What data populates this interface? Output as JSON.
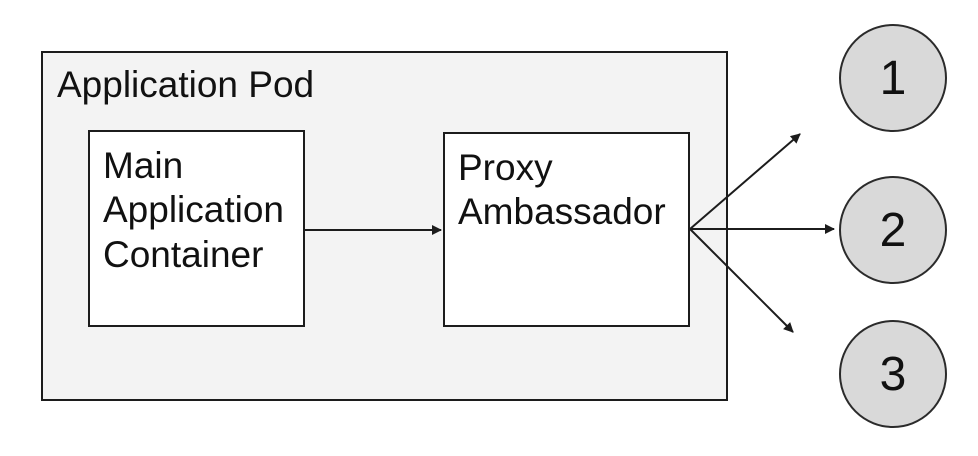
{
  "diagram": {
    "pod_label": "Application Pod",
    "nodes": [
      {
        "id": "main-application-container",
        "label": "Main Application Container",
        "shape": "rectangle",
        "fill": "#ffffff"
      },
      {
        "id": "proxy-ambassador",
        "label": "Proxy Ambassador",
        "shape": "rectangle",
        "fill": "#ffffff"
      }
    ],
    "endpoints": [
      {
        "id": "endpoint-1",
        "label": "1",
        "shape": "circle"
      },
      {
        "id": "endpoint-2",
        "label": "2",
        "shape": "circle"
      },
      {
        "id": "endpoint-3",
        "label": "3",
        "shape": "circle"
      }
    ],
    "edges": [
      {
        "from": "Main Application Container",
        "to": "Proxy Ambassador",
        "arrow": true
      },
      {
        "from": "Proxy Ambassador",
        "to": "1",
        "arrow": true
      },
      {
        "from": "Proxy Ambassador",
        "to": "2",
        "arrow": true
      },
      {
        "from": "Proxy Ambassador",
        "to": "3",
        "arrow": true
      }
    ],
    "colors": {
      "pod_fill": "#f3f3f3",
      "node_fill": "#ffffff",
      "endpoint_fill": "#d9d9d9",
      "stroke": "#1c1c1c",
      "text": "#111111",
      "background": "#ffffff"
    }
  }
}
